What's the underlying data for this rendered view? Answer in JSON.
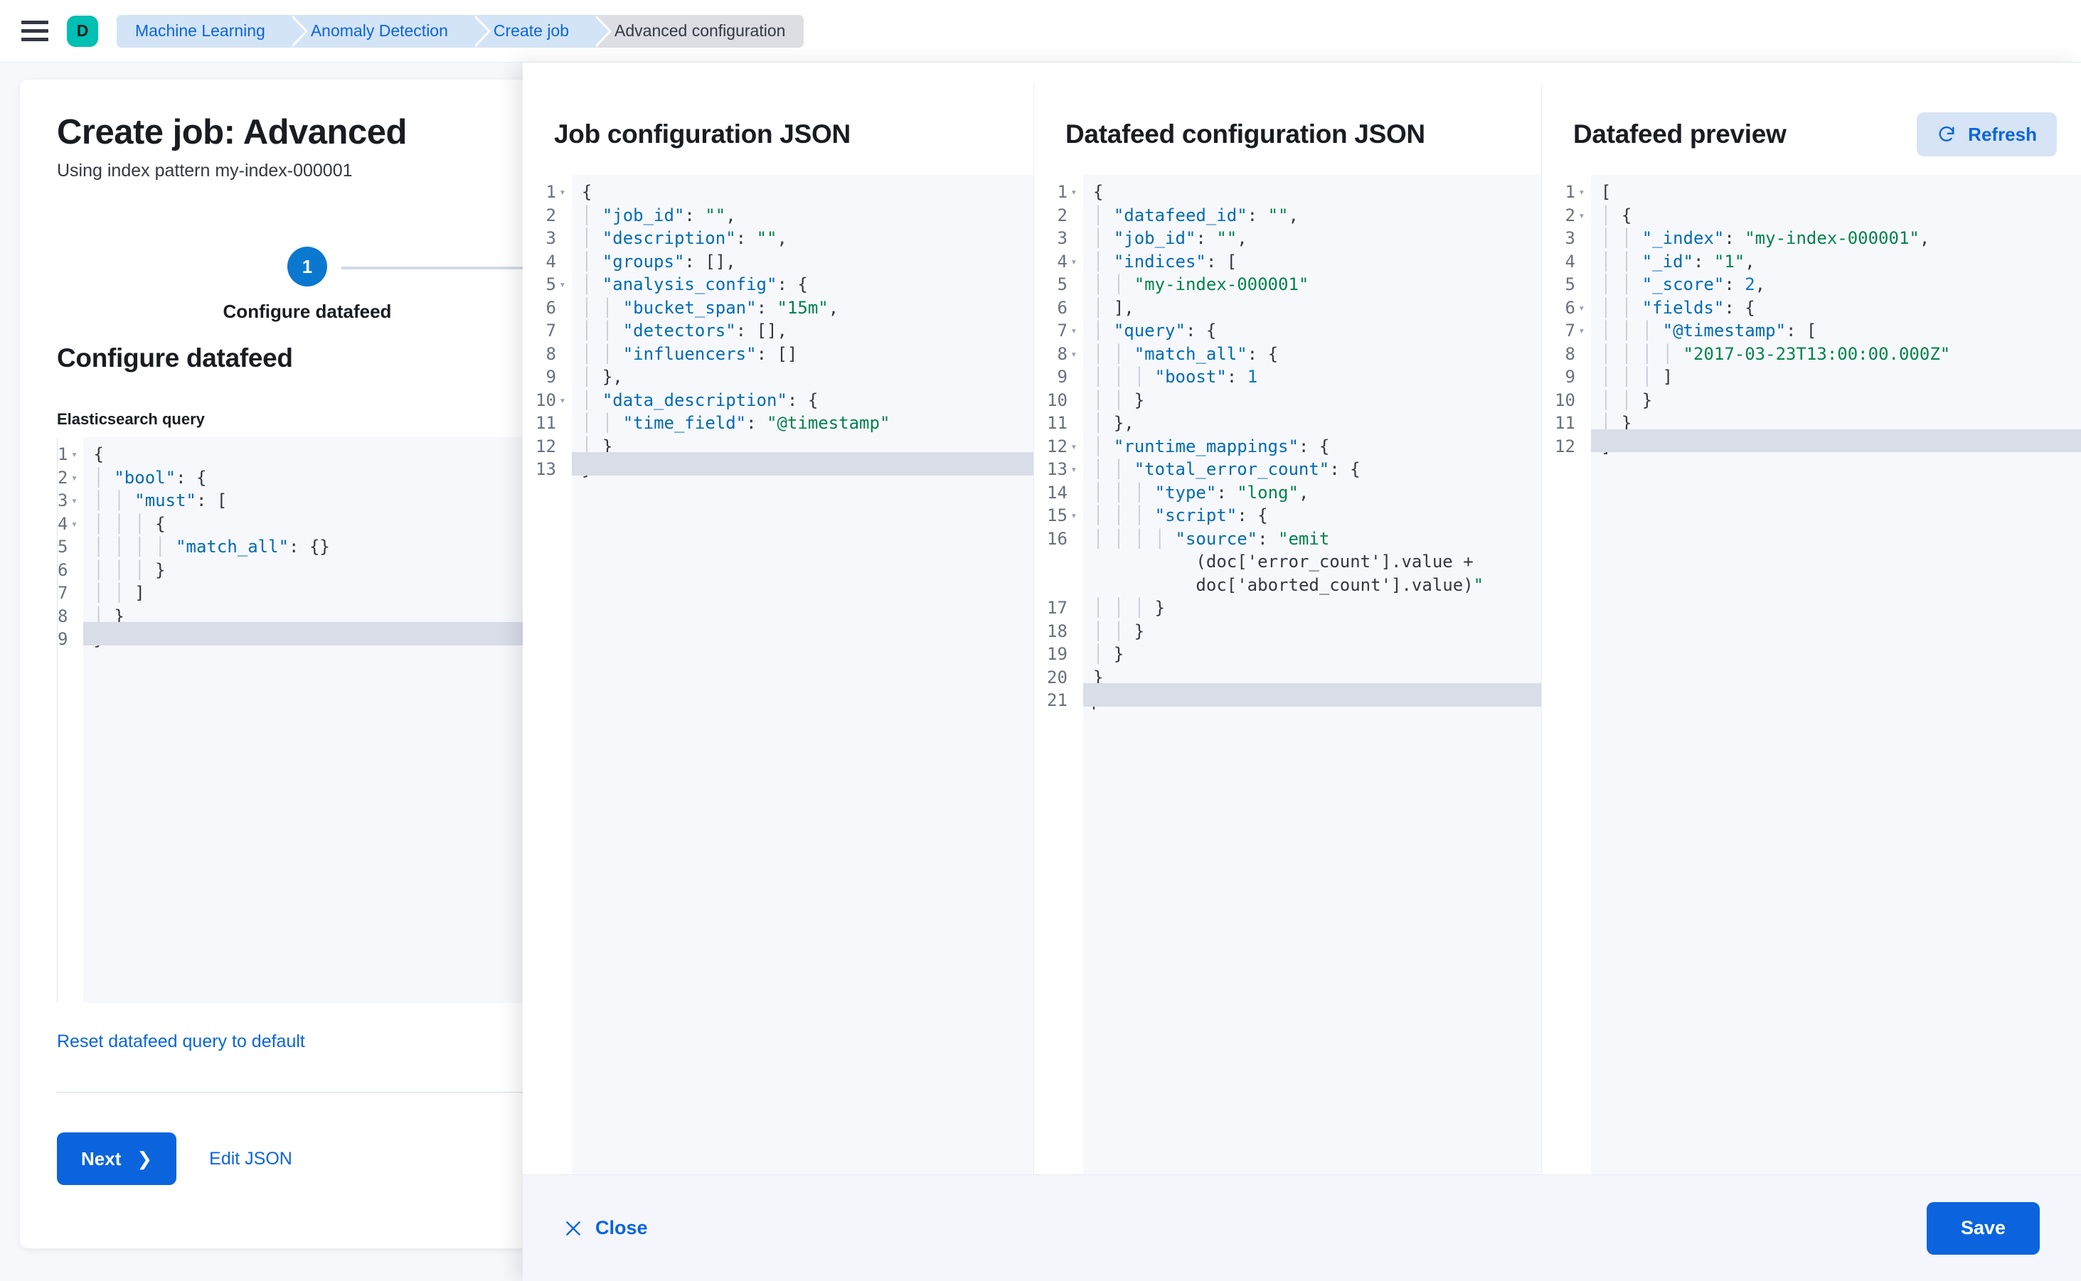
{
  "header": {
    "menu_icon": "hamburger-menu-icon",
    "space_avatar": "D",
    "breadcrumbs": [
      {
        "label": "Machine Learning"
      },
      {
        "label": "Anomaly Detection"
      },
      {
        "label": "Create job"
      },
      {
        "label": "Advanced configuration"
      }
    ]
  },
  "wizard": {
    "title": "Create job: Advanced",
    "subtitle": "Using index pattern my-index-000001",
    "step_number": "1",
    "step_label": "Configure datafeed",
    "section_title": "Configure datafeed",
    "field_label": "Elasticsearch query",
    "reset_link": "Reset datafeed query to default",
    "next_label": "Next",
    "next_chevron": "chevron-right-icon",
    "edit_json_label": "Edit JSON",
    "es_query_lines": [
      {
        "n": "1",
        "fold": true,
        "text": "{"
      },
      {
        "n": "2",
        "fold": true,
        "text": "  \"bool\": {"
      },
      {
        "n": "3",
        "fold": true,
        "text": "    \"must\": ["
      },
      {
        "n": "4",
        "fold": true,
        "text": "      {"
      },
      {
        "n": "5",
        "fold": false,
        "text": "        \"match_all\": {}"
      },
      {
        "n": "6",
        "fold": false,
        "text": "      }"
      },
      {
        "n": "7",
        "fold": false,
        "text": "    ]"
      },
      {
        "n": "8",
        "fold": false,
        "text": "  }"
      },
      {
        "n": "9",
        "fold": false,
        "text": "}",
        "highlight": true
      }
    ]
  },
  "flyout": {
    "columns": [
      {
        "title": "Job configuration JSON",
        "lines": [
          {
            "n": "1",
            "fold": true,
            "text": "{"
          },
          {
            "n": "2",
            "fold": false,
            "text": "  \"job_id\": \"\","
          },
          {
            "n": "3",
            "fold": false,
            "text": "  \"description\": \"\","
          },
          {
            "n": "4",
            "fold": false,
            "text": "  \"groups\": [],"
          },
          {
            "n": "5",
            "fold": true,
            "text": "  \"analysis_config\": {"
          },
          {
            "n": "6",
            "fold": false,
            "text": "    \"bucket_span\": \"15m\","
          },
          {
            "n": "7",
            "fold": false,
            "text": "    \"detectors\": [],"
          },
          {
            "n": "8",
            "fold": false,
            "text": "    \"influencers\": []"
          },
          {
            "n": "9",
            "fold": false,
            "text": "  },"
          },
          {
            "n": "10",
            "fold": true,
            "text": "  \"data_description\": {"
          },
          {
            "n": "11",
            "fold": false,
            "text": "    \"time_field\": \"@timestamp\""
          },
          {
            "n": "12",
            "fold": false,
            "text": "  }"
          },
          {
            "n": "13",
            "fold": false,
            "text": "}",
            "highlight": true
          }
        ]
      },
      {
        "title": "Datafeed configuration JSON",
        "lines": [
          {
            "n": "1",
            "fold": true,
            "text": "{"
          },
          {
            "n": "2",
            "fold": false,
            "text": "  \"datafeed_id\": \"\","
          },
          {
            "n": "3",
            "fold": false,
            "text": "  \"job_id\": \"\","
          },
          {
            "n": "4",
            "fold": true,
            "text": "  \"indices\": ["
          },
          {
            "n": "5",
            "fold": false,
            "text": "    \"my-index-000001\""
          },
          {
            "n": "6",
            "fold": false,
            "text": "  ],"
          },
          {
            "n": "7",
            "fold": true,
            "text": "  \"query\": {"
          },
          {
            "n": "8",
            "fold": true,
            "text": "    \"match_all\": {"
          },
          {
            "n": "9",
            "fold": false,
            "text": "      \"boost\": 1"
          },
          {
            "n": "10",
            "fold": false,
            "text": "    }"
          },
          {
            "n": "11",
            "fold": false,
            "text": "  },"
          },
          {
            "n": "12",
            "fold": true,
            "text": "  \"runtime_mappings\": {"
          },
          {
            "n": "13",
            "fold": true,
            "text": "    \"total_error_count\": {"
          },
          {
            "n": "14",
            "fold": false,
            "text": "      \"type\": \"long\","
          },
          {
            "n": "15",
            "fold": true,
            "text": "      \"script\": {"
          },
          {
            "n": "16",
            "fold": false,
            "wrap": 3,
            "text": "        \"source\": \"emit\n          (doc['error_count'].value +\n          doc['aborted_count'].value)\""
          },
          {
            "n": "17",
            "fold": false,
            "text": "      }"
          },
          {
            "n": "18",
            "fold": false,
            "text": "    }"
          },
          {
            "n": "19",
            "fold": false,
            "text": "  }"
          },
          {
            "n": "20",
            "fold": false,
            "text": "}"
          },
          {
            "n": "21",
            "fold": false,
            "text": "",
            "caret": true,
            "highlight": true
          }
        ]
      },
      {
        "title": "Datafeed preview",
        "refresh_label": "Refresh",
        "refresh_icon": "refresh-icon",
        "lines": [
          {
            "n": "1",
            "fold": true,
            "text": "["
          },
          {
            "n": "2",
            "fold": true,
            "text": "  {"
          },
          {
            "n": "3",
            "fold": false,
            "text": "    \"_index\": \"my-index-000001\","
          },
          {
            "n": "4",
            "fold": false,
            "text": "    \"_id\": \"1\","
          },
          {
            "n": "5",
            "fold": false,
            "text": "    \"_score\": 2,"
          },
          {
            "n": "6",
            "fold": true,
            "text": "    \"fields\": {"
          },
          {
            "n": "7",
            "fold": true,
            "text": "      \"@timestamp\": ["
          },
          {
            "n": "8",
            "fold": false,
            "text": "        \"2017-03-23T13:00:00.000Z\""
          },
          {
            "n": "9",
            "fold": false,
            "text": "      ]"
          },
          {
            "n": "10",
            "fold": false,
            "text": "    }"
          },
          {
            "n": "11",
            "fold": false,
            "text": "  }"
          },
          {
            "n": "12",
            "fold": false,
            "text": "]",
            "highlight": true
          }
        ]
      }
    ],
    "footer": {
      "close_label": "Close",
      "close_icon": "close-x-icon",
      "save_label": "Save"
    }
  },
  "colors": {
    "primary": "#0B64DD",
    "space_avatar_bg": "#00BFB3",
    "step_active": "#0B78D0",
    "code_string": "#00834A",
    "code_key": "#006BB4"
  }
}
